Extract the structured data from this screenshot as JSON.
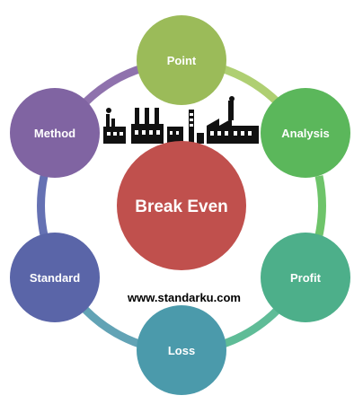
{
  "center": {
    "label": "Break Even",
    "color": "#c0504d"
  },
  "watermark": "www.standarku.com",
  "nodes": [
    {
      "label": "Point",
      "color": "#9bbb59"
    },
    {
      "label": "Analysis",
      "color": "#5bb75b"
    },
    {
      "label": "Profit",
      "color": "#4daf8a"
    },
    {
      "label": "Loss",
      "color": "#4b9aab"
    },
    {
      "label": "Standard",
      "color": "#5a65a8"
    },
    {
      "label": "Method",
      "color": "#8064a2"
    }
  ],
  "connectors": [
    {
      "from": "Point",
      "to": "Analysis",
      "color": "#afcf72"
    },
    {
      "from": "Analysis",
      "to": "Profit",
      "color": "#6ec46a"
    },
    {
      "from": "Profit",
      "to": "Loss",
      "color": "#5fbc97"
    },
    {
      "from": "Loss",
      "to": "Standard",
      "color": "#62a3b5"
    },
    {
      "from": "Standard",
      "to": "Method",
      "color": "#6571b3"
    },
    {
      "from": "Method",
      "to": "Point",
      "color": "#8f72ad"
    }
  ],
  "icons": [
    "factory-icon",
    "factory-icon",
    "factory-icon",
    "factory-icon"
  ]
}
